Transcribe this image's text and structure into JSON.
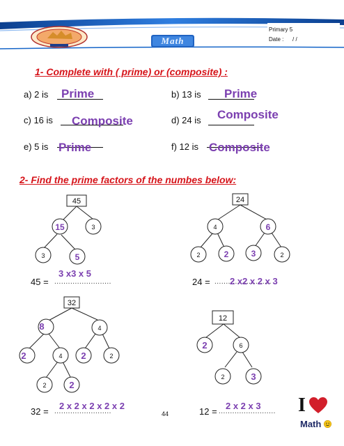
{
  "header": {
    "grade": "Primary 5",
    "date_label": "Date :",
    "date_value": "/  /",
    "badge": "Math"
  },
  "section1": {
    "title": "1- Complete with ( prime) or (composite) :",
    "items": [
      {
        "prompt": "a) 2 is",
        "answer": "Prime"
      },
      {
        "prompt": "b) 13 is",
        "answer": "Prime"
      },
      {
        "prompt": "c) 16 is",
        "answer": "Composite"
      },
      {
        "prompt": "d) 24 is",
        "answer": "Composite"
      },
      {
        "prompt": "e) 5 is",
        "answer": "Prime"
      },
      {
        "prompt": "f) 12 is",
        "answer": "Composite"
      }
    ]
  },
  "section2": {
    "title": "2- Find the prime factors of the numbes below:",
    "trees": [
      {
        "root": "45",
        "nodes": {
          "l1_left": "15",
          "l1_right": "3",
          "l2_left": "3",
          "l2_right": "5"
        },
        "equation_label": "45 =",
        "dots": ".........................",
        "answer": "3 x3 x 5"
      },
      {
        "root": "24",
        "nodes": {
          "l1_left": "4",
          "l1_right": "6",
          "l2_a": "2",
          "l2_b": "2",
          "l2_c": "3",
          "l2_d": "2"
        },
        "equation_label": "24 =",
        "dots": ".........................",
        "answer": "2 x2 x 2  x  3"
      },
      {
        "root": "32",
        "nodes": {
          "l1_left": "8",
          "l1_right": "4",
          "l2_a": "2",
          "l2_b": "4",
          "l2_c": "2",
          "l2_d": "2",
          "l3_a": "2",
          "l3_b": "2"
        },
        "equation_label": "32 =",
        "dots": ".........................",
        "answer": "2 x 2 x 2 x  2 x  2"
      },
      {
        "root": "12",
        "nodes": {
          "l1_left": "2",
          "l1_right": "6",
          "l2_left": "2",
          "l2_right": "3"
        },
        "equation_label": "12 =",
        "dots": ".........................",
        "answer": "2 x 2 x 3"
      }
    ]
  },
  "footer": {
    "page_number": "44",
    "brand_i": "I",
    "brand_math": "Math"
  },
  "colors": {
    "heading_red": "#d6141a",
    "answer_purple": "#7b3fb0",
    "header_blue": "#1565c8",
    "heart_red": "#d21f2b"
  },
  "icons": [
    "school-logo-icon",
    "heart-icon",
    "smiley-icon"
  ]
}
